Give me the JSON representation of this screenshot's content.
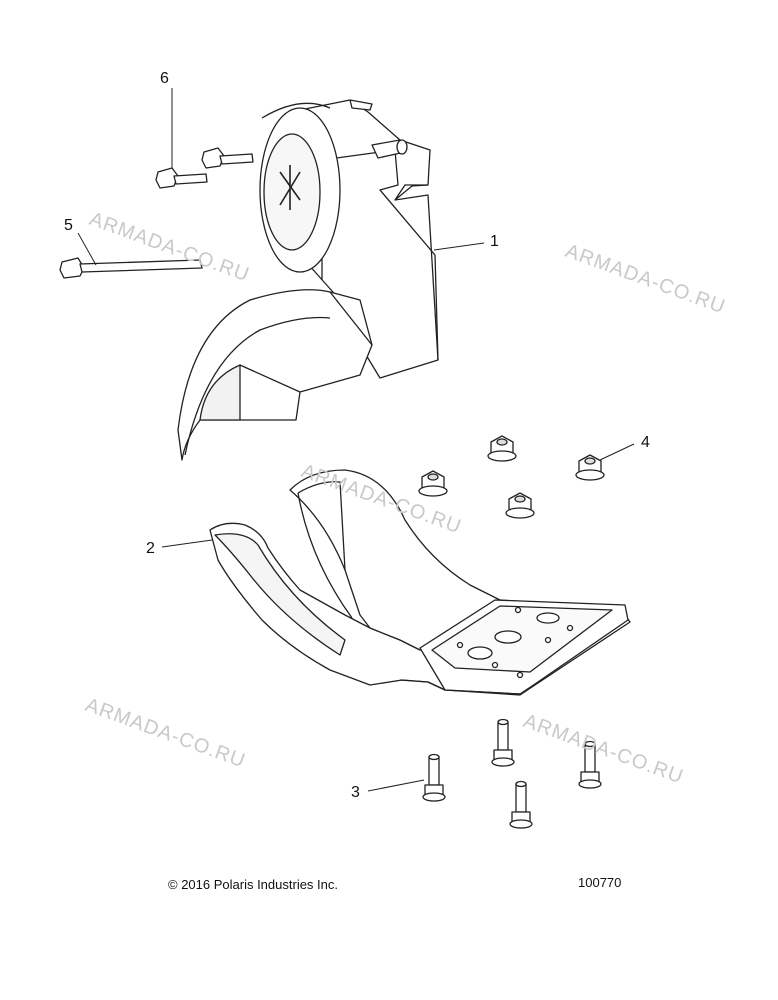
{
  "callouts": {
    "c1": "1",
    "c2": "2",
    "c3": "3",
    "c4": "4",
    "c5": "5",
    "c6": "6"
  },
  "watermarks": {
    "w1": "ARMADA-CO.RU",
    "w2": "ARMADA-CO.RU",
    "w3": "ARMADA-CO.RU",
    "w4": "ARMADA-CO.RU",
    "w5": "ARMADA-CO.RU"
  },
  "footer": {
    "copyright": "© 2016 Polaris Industries Inc.",
    "diagram_number": "100770"
  },
  "colors": {
    "line": "#222222",
    "fill": "#ffffff",
    "shade": "#f2f2f2",
    "watermark": "#c9c9c9"
  }
}
